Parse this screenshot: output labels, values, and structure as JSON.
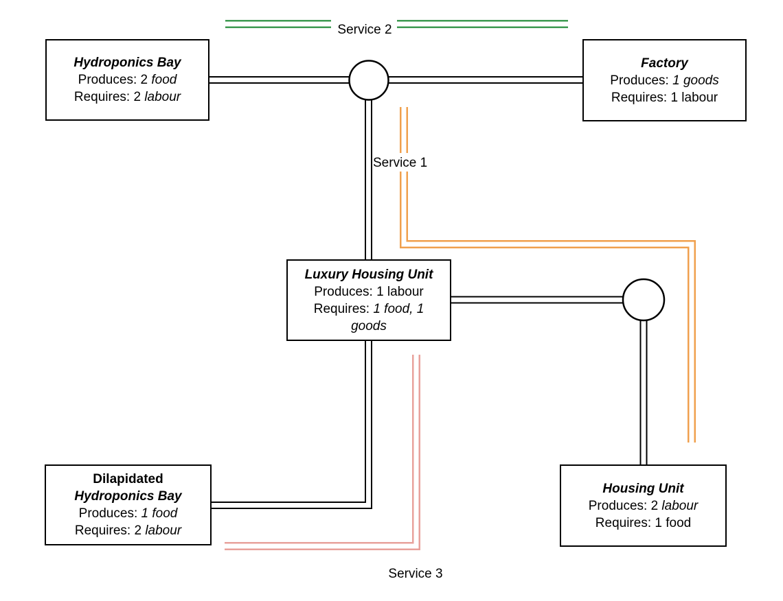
{
  "background": "#ffffff",
  "line_color": "#000000",
  "nodes": {
    "hydroponics_bay": {
      "title": "Hydroponics Bay",
      "produces_prefix": "Produces: 2 ",
      "produces_emph": "food",
      "requires_prefix": "Requires: 2 ",
      "requires_emph": "labour"
    },
    "factory": {
      "title": "Factory",
      "produces_prefix": "Produces: ",
      "produces_emph": "1 goods",
      "requires_text": "Requires: 1 labour"
    },
    "luxury_housing_unit": {
      "title": "Luxury Housing Unit",
      "produces_text": "Produces: 1 labour",
      "requires_prefix": "Requires: ",
      "requires_emph_a": "1 food, 1",
      "requires_emph_b": "goods"
    },
    "dilapidated_hydroponics_bay": {
      "title_line_1": "Dilapidated",
      "title_line_2": "Hydroponics Bay",
      "produces_prefix": "Produces: ",
      "produces_emph": "1 food",
      "requires_prefix": "Requires: 2 ",
      "requires_emph": "labour"
    },
    "housing_unit": {
      "title": "Housing Unit",
      "produces_prefix": "Produces: 2 ",
      "produces_emph": "labour",
      "requires_text": "Requires: 1 food"
    }
  },
  "services": {
    "service_1": {
      "label": "Service 1",
      "color": "#f0a04d"
    },
    "service_2": {
      "label": "Service 2",
      "color": "#3e9a52"
    },
    "service_3": {
      "label": "Service 3",
      "color": "#e8a19b"
    }
  }
}
